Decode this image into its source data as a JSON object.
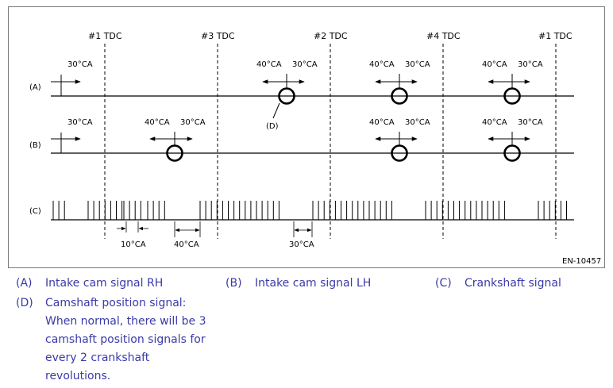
{
  "diagram": {
    "figure_id": "EN-10457",
    "tdc_labels": [
      "#1 TDC",
      "#3 TDC",
      "#2 TDC",
      "#4 TDC",
      "#1 TDC"
    ],
    "row_labels": [
      "(A)",
      "(B)",
      "(C)"
    ],
    "angle_30": "30°CA",
    "angle_40": "40°CA",
    "angle_10": "10°CA",
    "marker_d": "(D)",
    "colors": {
      "line": "#000000",
      "frame": "#7a7a7a",
      "legend_text": "#3a3aa8"
    }
  },
  "legend": {
    "a": {
      "key": "(A)",
      "text": "Intake cam signal RH"
    },
    "b": {
      "key": "(B)",
      "text": "Intake cam signal LH"
    },
    "c": {
      "key": "(C)",
      "text": "Crankshaft signal"
    },
    "d": {
      "key": "(D)",
      "lines": [
        "Camshaft position signal:",
        "When normal, there will be 3",
        "camshaft position signals for",
        "every 2 crankshaft",
        "revolutions."
      ]
    }
  }
}
